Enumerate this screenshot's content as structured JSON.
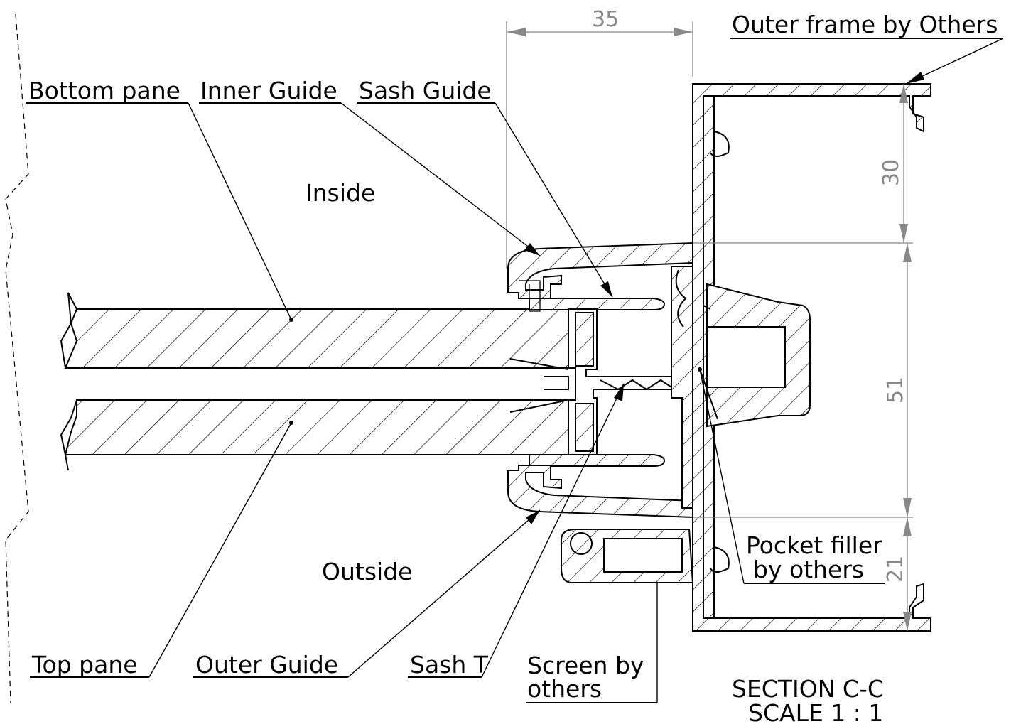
{
  "labels": {
    "bottom_pane": "Bottom pane",
    "inner_guide": "Inner Guide",
    "sash_guide": "Sash Guide",
    "outer_frame": "Outer frame by Others",
    "inside": "Inside",
    "outside": "Outside",
    "pocket_filler_1": "Pocket filler",
    "pocket_filler_2": "by others",
    "top_pane": "Top pane",
    "outer_guide": "Outer Guide",
    "sash_t": "Sash T",
    "screen_1": "Screen by",
    "screen_2": "others",
    "section": "SECTION C-C",
    "scale": "SCALE 1 : 1"
  },
  "dimensions": {
    "width_top": "35",
    "d30": "30",
    "d51": "51",
    "d21": "21"
  }
}
